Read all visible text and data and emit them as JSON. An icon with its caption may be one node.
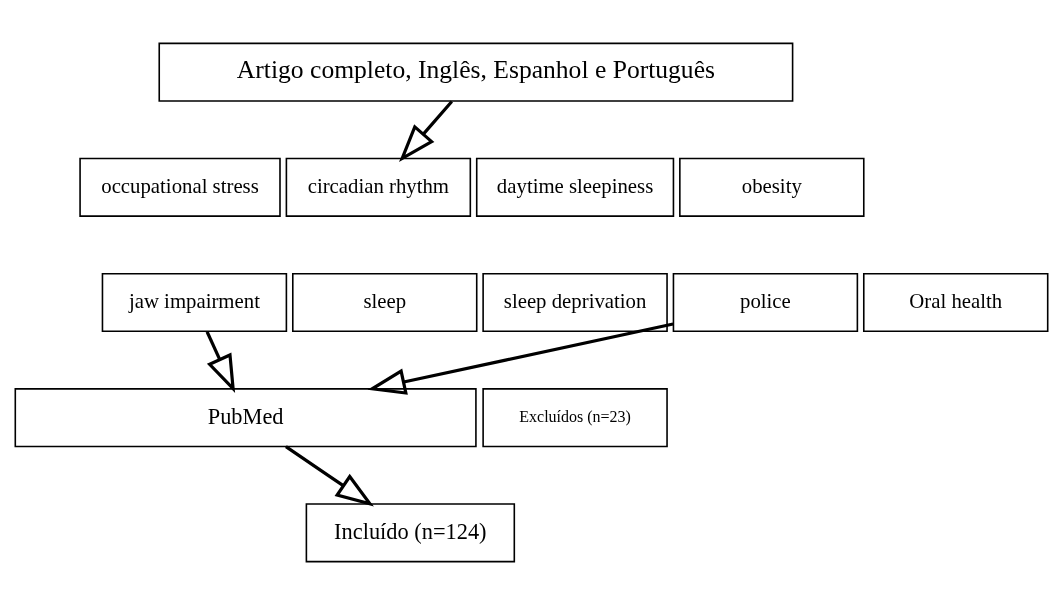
{
  "diagram": {
    "nodes": [
      {
        "text": [
          "Artigo completo, Inglês, Espanhol e Português"
        ]
      },
      {
        "text": [
          "occupational stress"
        ]
      },
      {
        "text": [
          "circadian rhythm"
        ]
      },
      {
        "text": [
          "daytime sleepiness"
        ]
      },
      {
        "text": [
          "obesity"
        ]
      },
      {
        "text": [
          "jaw impairment"
        ]
      },
      {
        "text": [
          "sleep"
        ]
      },
      {
        "text": [
          "sleep deprivation"
        ]
      },
      {
        "text": [
          "police"
        ]
      },
      {
        "text": [
          "Oral health"
        ]
      },
      {
        "text": [
          "PubMed"
        ]
      },
      {
        "text": [
          "Excluídos (n=23)"
        ]
      },
      {
        "text": [
          "Incluído (n=124)"
        ]
      }
    ],
    "edges": [
      {
        "from": 0,
        "to": 2,
        "arrow": "to"
      },
      {
        "from": 5,
        "to": 10,
        "arrow": "to"
      },
      {
        "from": 8,
        "to": 10,
        "arrow": "to"
      },
      {
        "from": 10,
        "to": 12,
        "arrow": "to"
      }
    ]
  }
}
